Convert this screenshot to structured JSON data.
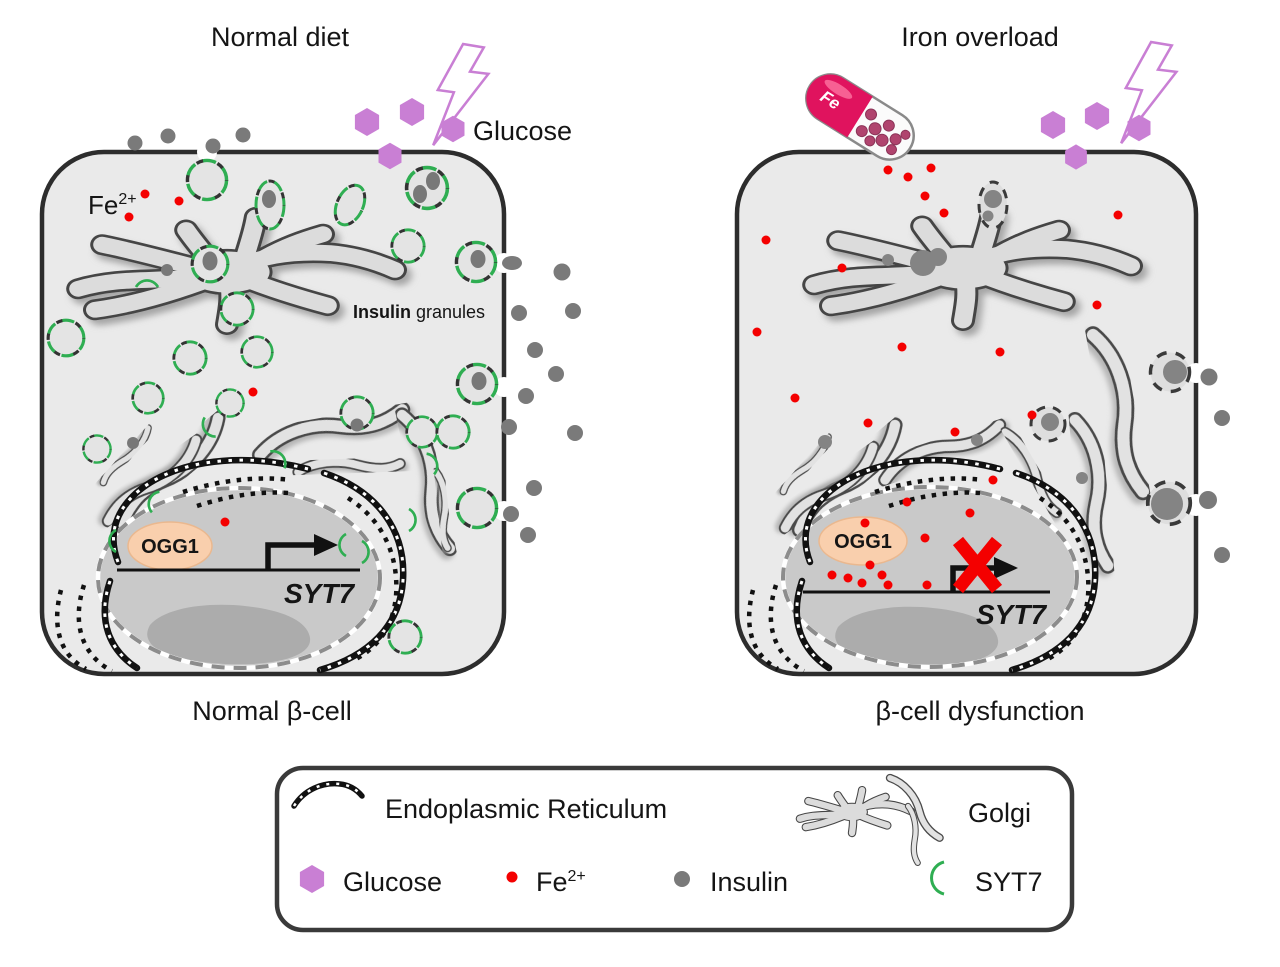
{
  "colors": {
    "cell_fill": "#eaeaea",
    "cell_border": "#2d2d2d",
    "glucose_purple": "#c97fd4",
    "fe_red": "#f40000",
    "insulin_gray": "#7a7a7a",
    "ogg1_fill": "#f9cfad",
    "syt7_green": "#2fae52",
    "pill_pink": "#e5195f",
    "nucleus_fill": "#c9c9c9"
  },
  "left_cell": {
    "title": "Normal diet",
    "glucose_label": "Glucose",
    "fe_label": "Fe",
    "fe_sup": "2+",
    "granules_label_bold": "Insulin",
    "granules_label_rest": " granules",
    "ogg1_label": "OGG1",
    "gene_label": "SYT7",
    "caption": "Normal β-cell"
  },
  "right_cell": {
    "title": "Iron overload",
    "pill_label": "Fe",
    "ogg1_label": "OGG1",
    "gene_label": "SYT7",
    "caption": "β-cell dysfunction"
  },
  "legend": {
    "er_label": "Endoplasmic Reticulum",
    "golgi_label": "Golgi",
    "glucose_label": "Glucose",
    "fe_label": "Fe",
    "fe_sup": "2+",
    "insulin_label": "Insulin",
    "syt7_label": "SYT7"
  }
}
